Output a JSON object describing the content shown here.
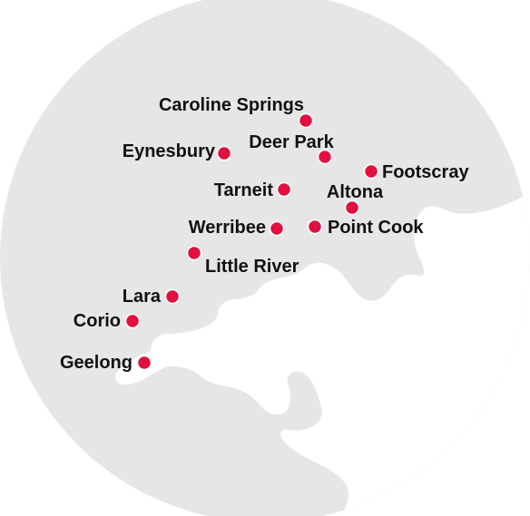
{
  "colors": {
    "land": "#e6e6e6",
    "water": "#ffffff",
    "marker": "#e0103f",
    "marker_outline": "#ffffff",
    "label": "#111111"
  },
  "places": [
    {
      "id": "caroline-springs",
      "name": "Caroline Springs"
    },
    {
      "id": "eynesbury",
      "name": "Eynesbury"
    },
    {
      "id": "deer-park",
      "name": "Deer Park"
    },
    {
      "id": "footscray",
      "name": "Footscray"
    },
    {
      "id": "tarneit",
      "name": "Tarneit"
    },
    {
      "id": "altona",
      "name": "Altona"
    },
    {
      "id": "werribee",
      "name": "Werribee"
    },
    {
      "id": "point-cook",
      "name": "Point Cook"
    },
    {
      "id": "little-river",
      "name": "Little River"
    },
    {
      "id": "lara",
      "name": "Lara"
    },
    {
      "id": "corio",
      "name": "Corio"
    },
    {
      "id": "geelong",
      "name": "Geelong"
    }
  ]
}
